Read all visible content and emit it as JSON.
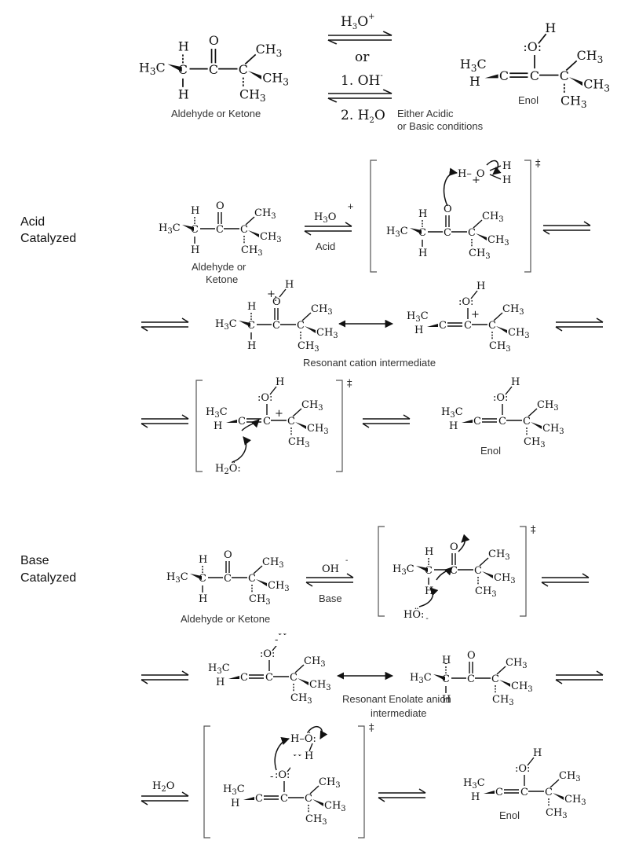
{
  "top": {
    "reagent_top": "H3O+",
    "reagent_or": "or",
    "reagent_step1": "1. OH-",
    "reagent_step2": "2. H2O",
    "conditions_line1": "Either Acidic",
    "conditions_line2": "or Basic conditions",
    "left_caption": "Aldehyde or Ketone",
    "right_caption": "Enol"
  },
  "acid": {
    "section_line1": "Acid",
    "section_line2": "Catalyzed",
    "reagent": "H3O+",
    "reagent_caption": "Acid",
    "start_caption_line1": "Aldehyde or",
    "start_caption_line2": "Ketone",
    "resonance_caption": "Resonant cation intermediate",
    "product_caption": "Enol",
    "transition_mark": "‡",
    "water": "H2Ö:"
  },
  "base": {
    "section_line1": "Base",
    "section_line2": "Catalyzed",
    "reagent": "OH-",
    "reagent_caption": "Base",
    "start_caption": "Aldehyde or Ketone",
    "resonance_caption_line1": "Resonant Enolate anion",
    "resonance_caption_line2": "intermediate",
    "water_reagent": "H2O",
    "product_caption": "Enol",
    "transition_mark": "‡",
    "hydroxide": "HÖ:"
  }
}
